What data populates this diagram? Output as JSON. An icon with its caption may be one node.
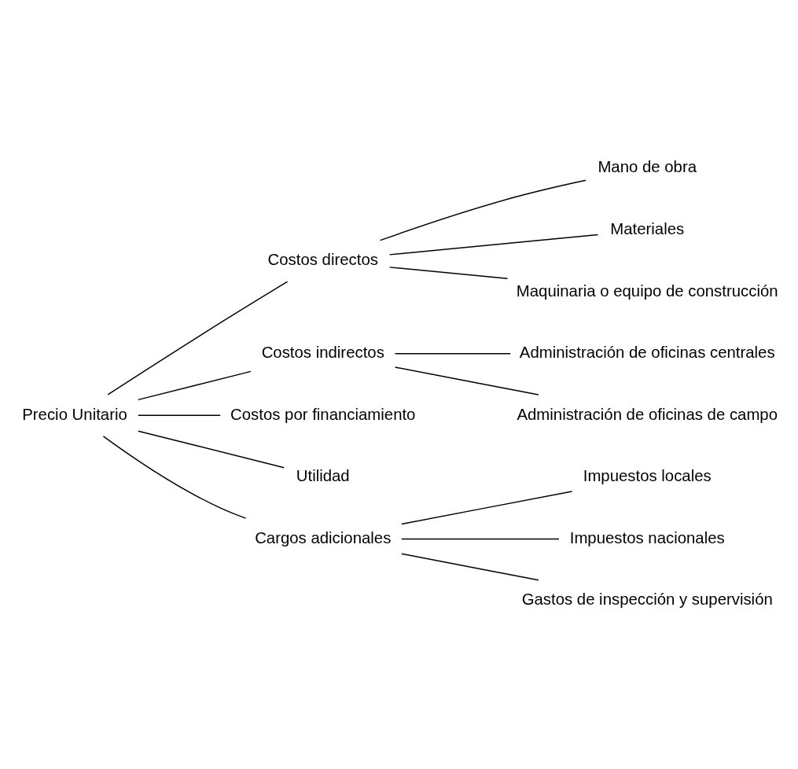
{
  "diagram": {
    "nodes": [
      {
        "text": [
          "Precio Unitario"
        ]
      },
      {
        "text": [
          "Costos directos"
        ]
      },
      {
        "text": [
          "Mano de obra"
        ]
      },
      {
        "text": [
          "Materiales"
        ]
      },
      {
        "text": [
          "Maquinaria o equipo de construcción"
        ]
      },
      {
        "text": [
          "Costos indirectos"
        ]
      },
      {
        "text": [
          "Administración de oficinas centrales"
        ]
      },
      {
        "text": [
          "Administración de oficinas de campo"
        ]
      },
      {
        "text": [
          "Costos por financiamiento"
        ]
      },
      {
        "text": [
          "Utilidad"
        ]
      },
      {
        "text": [
          "Cargos adicionales"
        ]
      },
      {
        "text": [
          "Impuestos locales"
        ]
      },
      {
        "text": [
          "Impuestos nacionales"
        ]
      },
      {
        "text": [
          "Gastos de inspección y supervisión"
        ]
      }
    ],
    "edges": [
      {
        "from": 0,
        "to": 1,
        "arrow": "none"
      },
      {
        "from": 0,
        "to": 5,
        "arrow": "none"
      },
      {
        "from": 0,
        "to": 8,
        "arrow": "none"
      },
      {
        "from": 0,
        "to": 9,
        "arrow": "none"
      },
      {
        "from": 0,
        "to": 10,
        "arrow": "none"
      },
      {
        "from": 1,
        "to": 2,
        "arrow": "none"
      },
      {
        "from": 1,
        "to": 3,
        "arrow": "none"
      },
      {
        "from": 1,
        "to": 4,
        "arrow": "none"
      },
      {
        "from": 5,
        "to": 6,
        "arrow": "none"
      },
      {
        "from": 5,
        "to": 7,
        "arrow": "none"
      },
      {
        "from": 10,
        "to": 11,
        "arrow": "none"
      },
      {
        "from": 10,
        "to": 12,
        "arrow": "none"
      },
      {
        "from": 10,
        "to": 13,
        "arrow": "none"
      }
    ]
  }
}
